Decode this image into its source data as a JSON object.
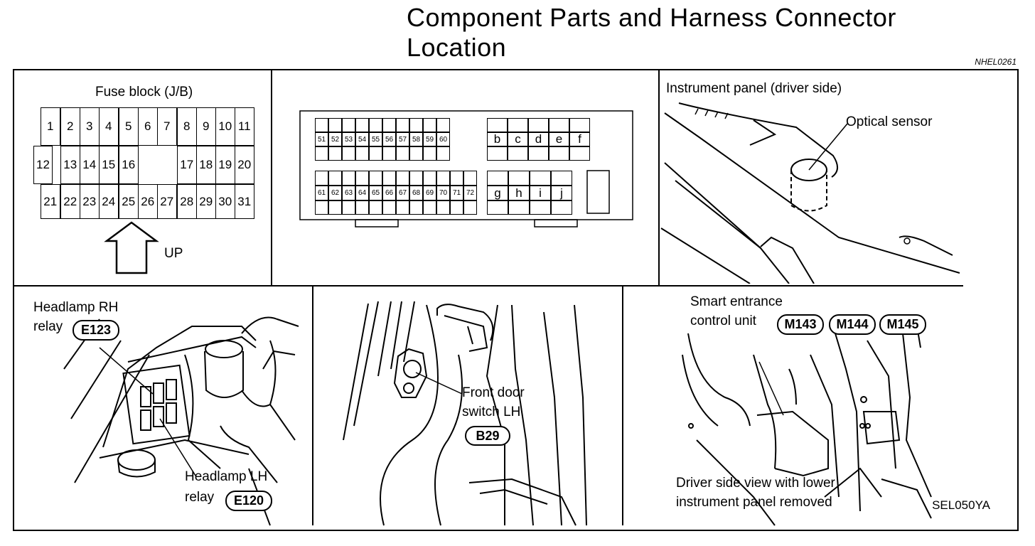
{
  "title": {
    "line1": "Component Parts and Harness Connector",
    "line2": "Location"
  },
  "doc_code": "NHEL0261",
  "figure_code": "SEL050YA",
  "fuse_block": {
    "title": "Fuse block (J/B)",
    "up_label": "UP",
    "row1": [
      "1",
      "2",
      "3",
      "4",
      "5",
      "6",
      "7",
      "8",
      "9",
      "10",
      "11"
    ],
    "row2_left": [
      "12",
      "13",
      "14",
      "15",
      "16"
    ],
    "row2_right": [
      "17",
      "18",
      "19",
      "20"
    ],
    "row3": [
      "21",
      "22",
      "23",
      "24",
      "25",
      "26",
      "27",
      "28",
      "29",
      "30",
      "31"
    ]
  },
  "connector": {
    "row1_left": [
      "51",
      "52",
      "53",
      "54",
      "55",
      "56",
      "57",
      "58",
      "59",
      "60"
    ],
    "row2_left": [
      "61",
      "62",
      "63",
      "64",
      "65",
      "66",
      "67",
      "68",
      "69",
      "70",
      "71",
      "72"
    ],
    "row1_right": [
      "b",
      "c",
      "d",
      "e",
      "f"
    ],
    "row2_right": [
      "g",
      "h",
      "i",
      "j"
    ]
  },
  "instrument_panel": {
    "title": "Instrument panel (driver side)",
    "sensor_label": "Optical sensor"
  },
  "headlamp": {
    "rh_label_line1": "Headlamp RH",
    "rh_label_line2": "relay",
    "rh_code": "E123",
    "lh_label_line1": "Headlamp LH",
    "lh_label_line2": "relay",
    "lh_code": "E120"
  },
  "door_switch": {
    "label_line1": "Front door",
    "label_line2": "switch LH",
    "code": "B29"
  },
  "smart_entrance": {
    "label_line1": "Smart entrance",
    "label_line2": "control unit",
    "codes": [
      "M143",
      "M144",
      "M145"
    ],
    "caption_line1": "Driver side view with lower",
    "caption_line2": "instrument panel removed"
  }
}
